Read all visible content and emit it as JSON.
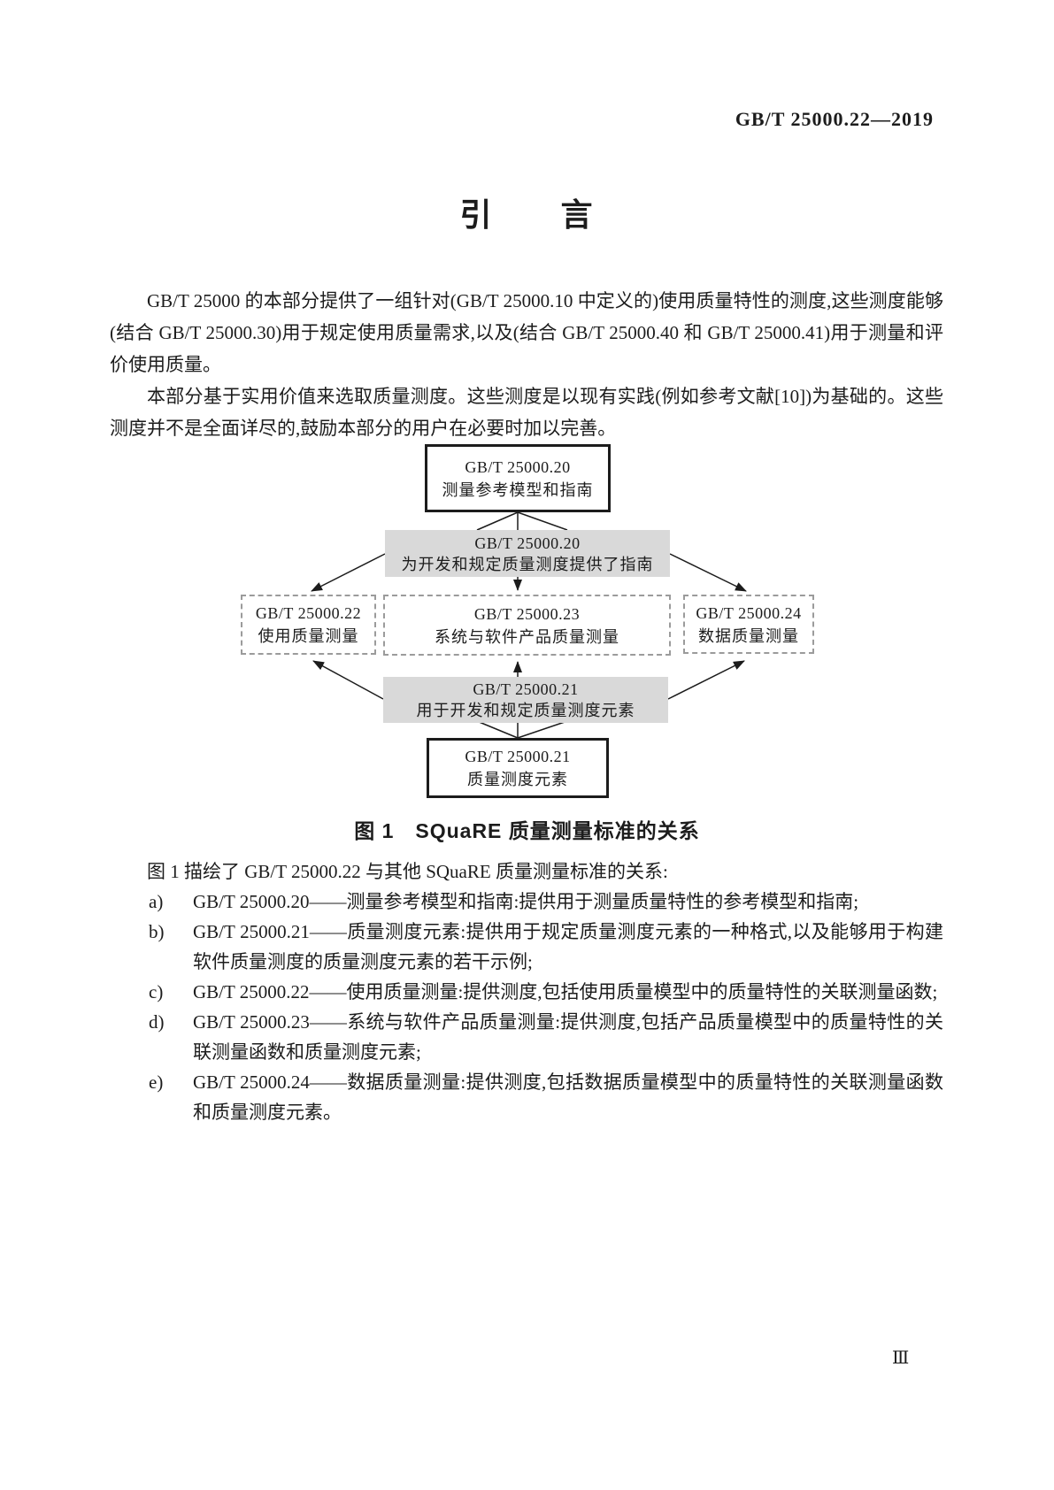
{
  "page": {
    "header_code": "GB/T 25000.22—2019",
    "title": "引　　言",
    "page_number": "Ⅲ"
  },
  "paragraphs": [
    "GB/T 25000 的本部分提供了一组针对(GB/T 25000.10 中定义的)使用质量特性的测度,这些测度能够(结合 GB/T 25000.30)用于规定使用质量需求,以及(结合 GB/T 25000.40 和 GB/T 25000.41)用于测量和评价使用质量。",
    "本部分基于实用价值来选取质量测度。这些测度是以现有实践(例如参考文献[10])为基础的。这些测度并不是全面详尽的,鼓励本部分的用户在必要时加以完善。"
  ],
  "figure": {
    "caption": "图 1　SQuaRE 质量测量标准的关系",
    "boxes": {
      "top": {
        "line1": "GB/T 25000.20",
        "line2": "测量参考模型和指南"
      },
      "guide_top": {
        "line1": "GB/T 25000.20",
        "line2": "为开发和规定质量测度提供了指南"
      },
      "left": {
        "line1": "GB/T 25000.22",
        "line2": "使用质量测量"
      },
      "middle": {
        "line1": "GB/T 25000.23",
        "line2": "系统与软件产品质量测量"
      },
      "right": {
        "line1": "GB/T 25000.24",
        "line2": "数据质量测量"
      },
      "guide_bottom": {
        "line1": "GB/T 25000.21",
        "line2": "用于开发和规定质量测度元素"
      },
      "bottom": {
        "line1": "GB/T 25000.21",
        "line2": "质量测度元素"
      }
    }
  },
  "list": {
    "intro": "图 1 描绘了 GB/T 25000.22 与其他 SQuaRE 质量测量标准的关系:",
    "items": [
      {
        "label": "a)",
        "text": "GB/T 25000.20——测量参考模型和指南:提供用于测量质量特性的参考模型和指南;"
      },
      {
        "label": "b)",
        "text": "GB/T 25000.21——质量测度元素:提供用于规定质量测度元素的一种格式,以及能够用于构建软件质量测度的质量测度元素的若干示例;"
      },
      {
        "label": "c)",
        "text": "GB/T 25000.22——使用质量测量:提供测度,包括使用质量模型中的质量特性的关联测量函数;"
      },
      {
        "label": "d)",
        "text": "GB/T 25000.23——系统与软件产品质量测量:提供测度,包括产品质量模型中的质量特性的关联测量函数和质量测度元素;"
      },
      {
        "label": "e)",
        "text": "GB/T 25000.24——数据质量测量:提供测度,包括数据质量模型中的质量特性的关联测量函数和质量测度元素。"
      }
    ]
  },
  "colors": {
    "box_gray": "#d9d9d9",
    "dashed_border": "#9b9b9b",
    "text": "#1c1c1c"
  }
}
